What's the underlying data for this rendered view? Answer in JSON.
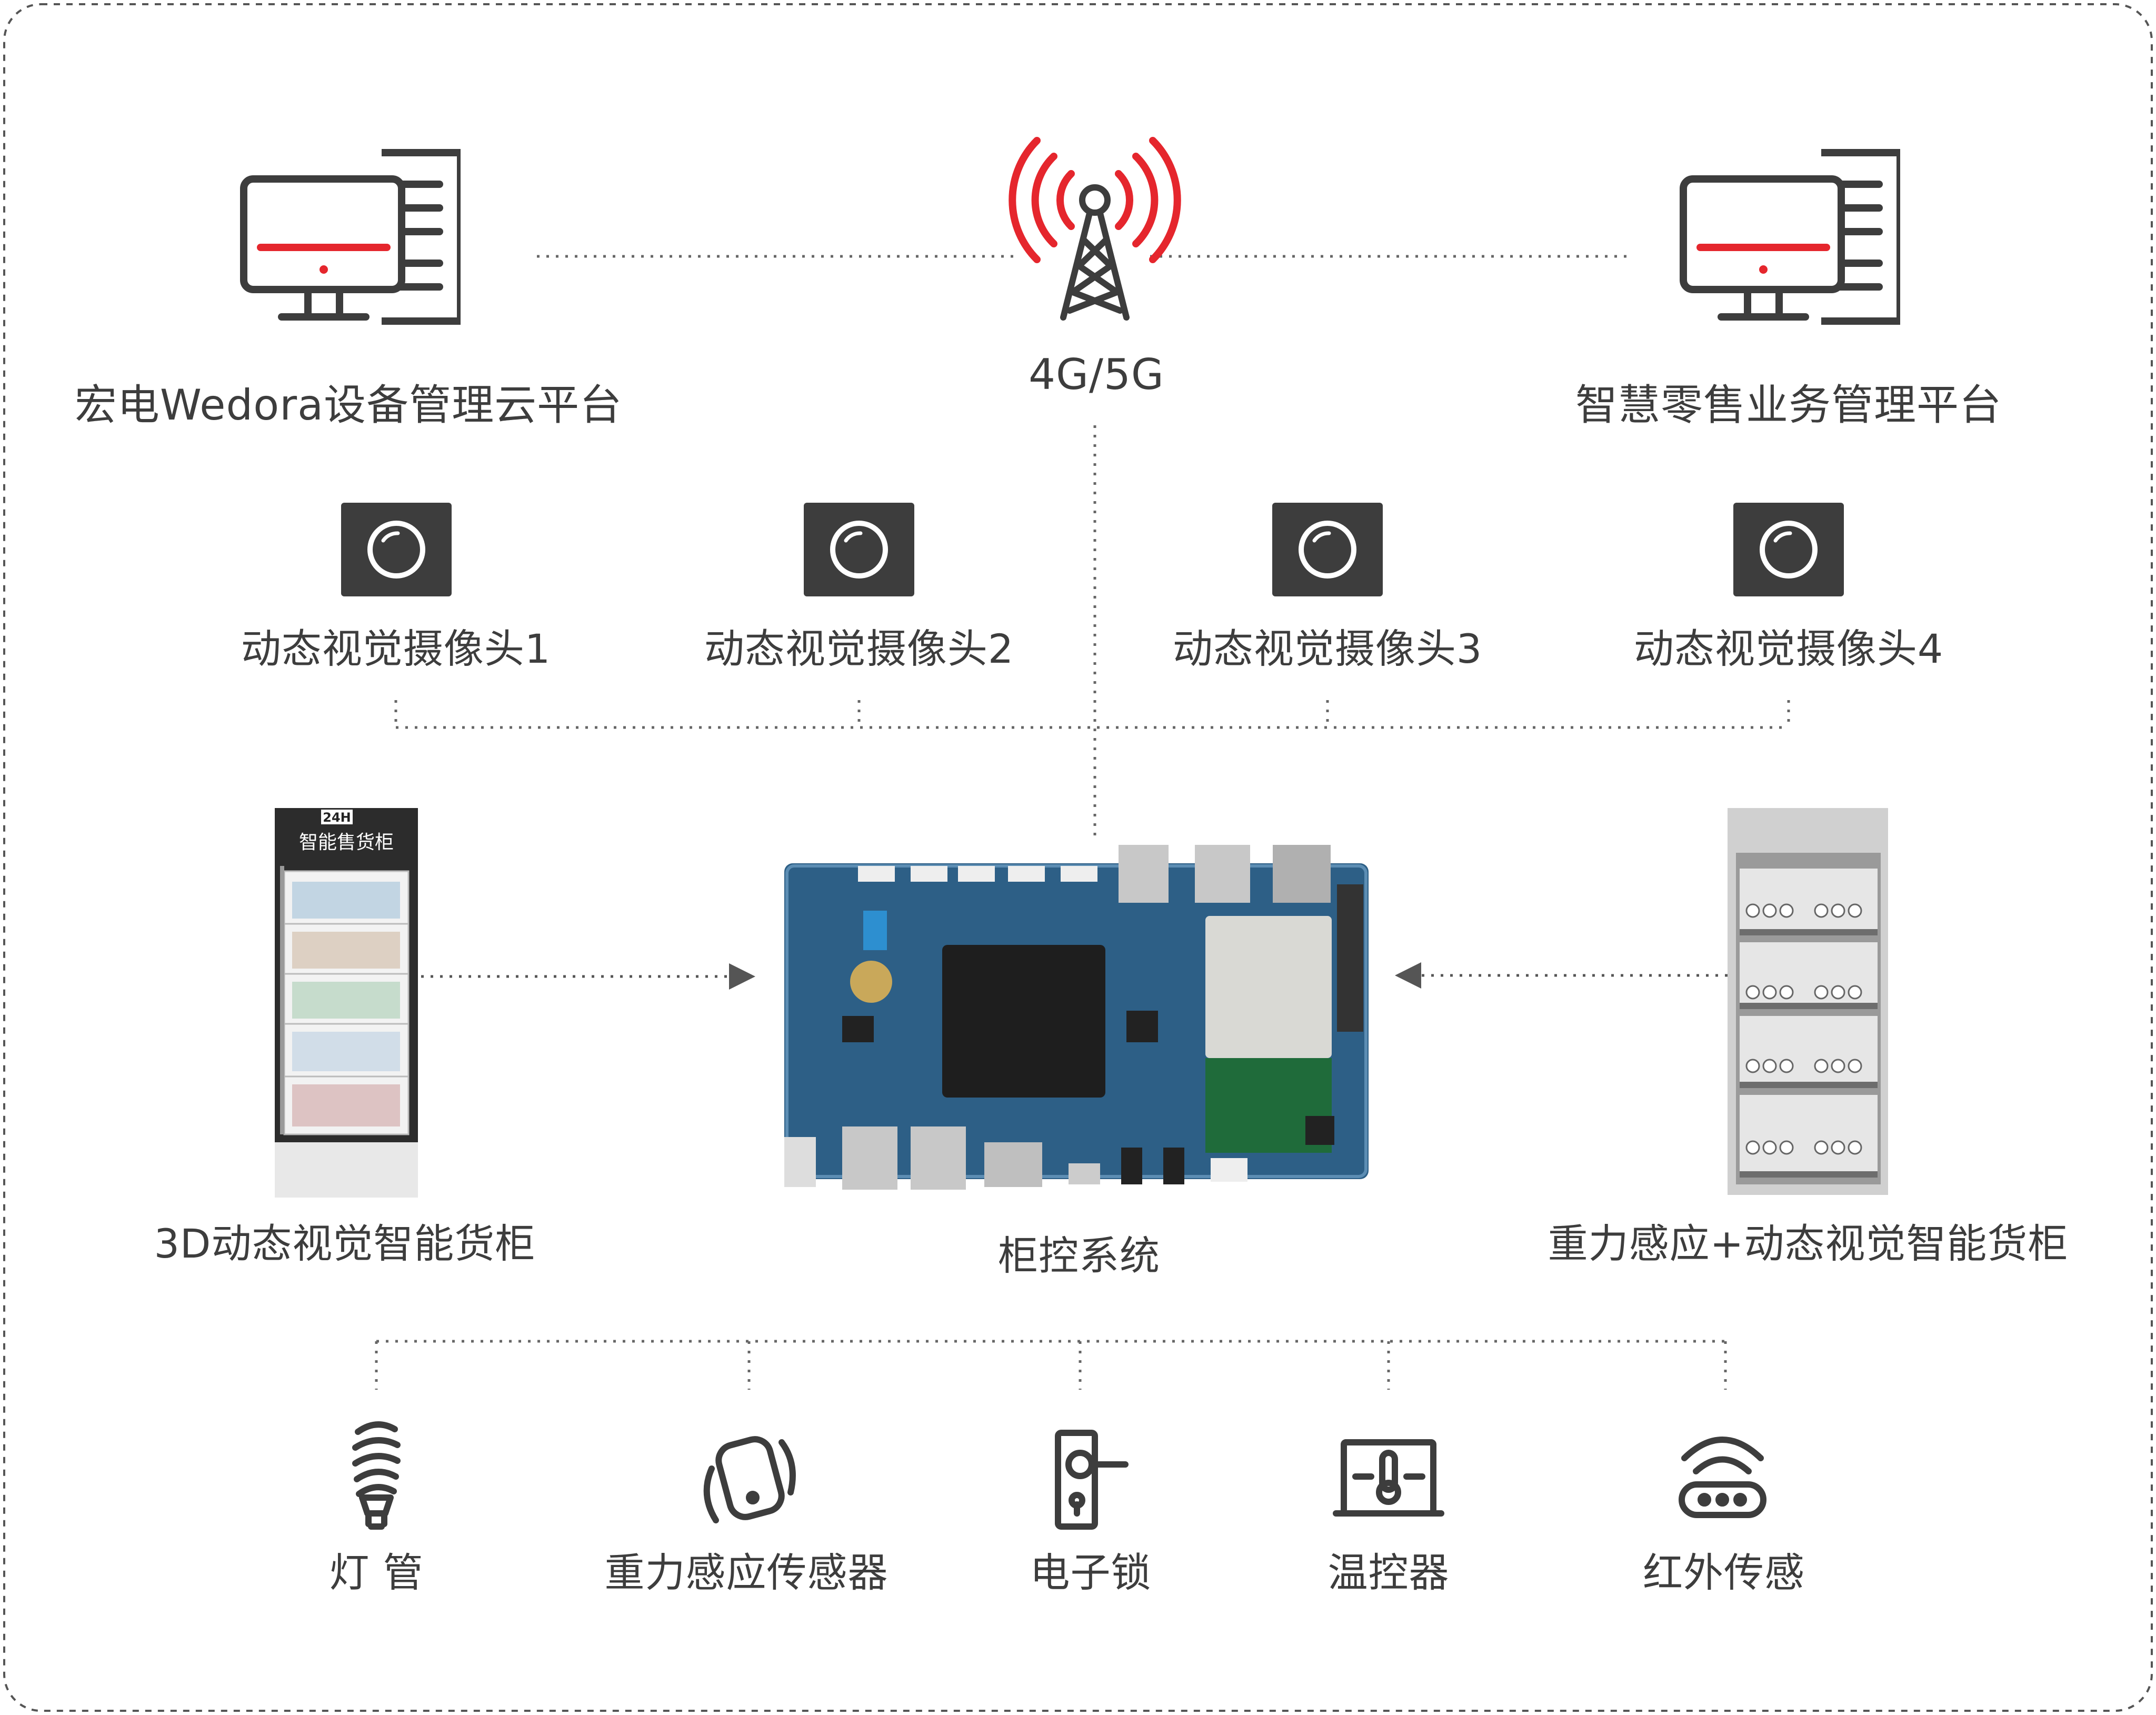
{
  "colors": {
    "accent": "#e5262d",
    "dark": "#3d3d3d",
    "dots": "#666666"
  },
  "cloud_platform": {
    "label": "宏电Wedora设备管理云平台",
    "icon": "computer-icon"
  },
  "network": {
    "label": "4G/5G",
    "icon": "signal-tower-icon"
  },
  "retail_platform": {
    "label": "智慧零售业务管理平台",
    "icon": "computer-icon"
  },
  "cameras": [
    {
      "label": "动态视觉摄像头1",
      "icon": "camera-icon"
    },
    {
      "label": "动态视觉摄像头2",
      "icon": "camera-icon"
    },
    {
      "label": "动态视觉摄像头3",
      "icon": "camera-icon"
    },
    {
      "label": "动态视觉摄像头4",
      "icon": "camera-icon"
    }
  ],
  "left_cabinet": {
    "label": "3D动态视觉智能货柜",
    "header_badge": "24H",
    "header_title": "智能售货柜"
  },
  "controller": {
    "label": "柜控系统",
    "icon": "circuit-board-icon"
  },
  "right_cabinet": {
    "label": "重力感应+动态视觉智能货柜"
  },
  "peripherals": [
    {
      "label": "灯 管",
      "icon": "bulb-icon"
    },
    {
      "label": "重力感应传感器",
      "icon": "gravity-sensor-icon"
    },
    {
      "label": "电子锁",
      "icon": "door-lock-icon"
    },
    {
      "label": "温控器",
      "icon": "thermostat-icon"
    },
    {
      "label": "红外传感",
      "icon": "infrared-sensor-icon"
    }
  ]
}
